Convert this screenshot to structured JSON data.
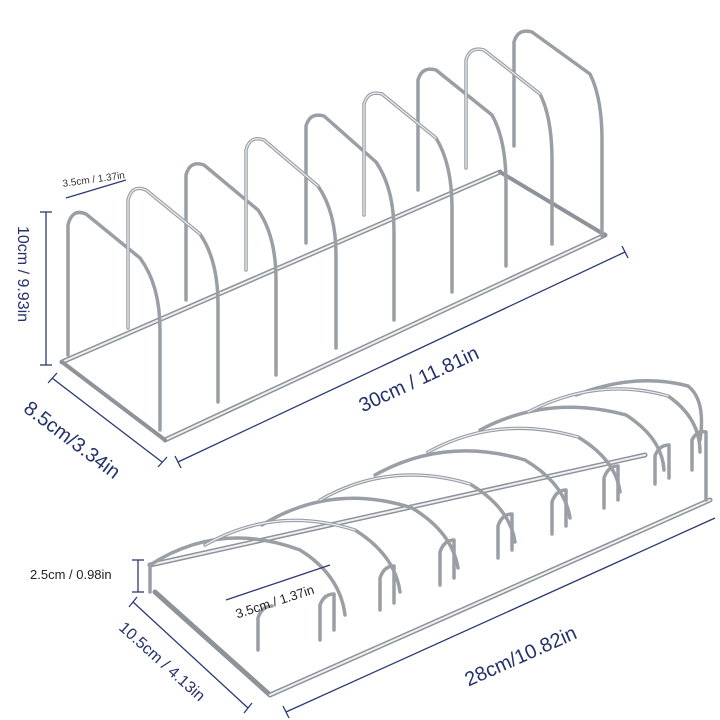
{
  "image": {
    "description": "Two stainless steel wire dish / lid racks with dimension annotations",
    "colors": {
      "wire": "#9a9fa6",
      "wire_highlight": "#e6e9ec",
      "dimension_line": "#2b3a73",
      "label": "#24336b"
    }
  },
  "rack_upright": {
    "dims": {
      "slot_gap": "3.5cm / 1.37in",
      "height": "10cm / 9.93in",
      "length": "30cm / 11.81in",
      "depth": "8.5cm/3.34in"
    }
  },
  "rack_flat": {
    "dims": {
      "height": "2.5cm / 0.98in",
      "slot_gap": "3.5cm / 1.37in",
      "depth": "10.5cm / 4.13in",
      "length": "28cm/10.82in"
    }
  }
}
